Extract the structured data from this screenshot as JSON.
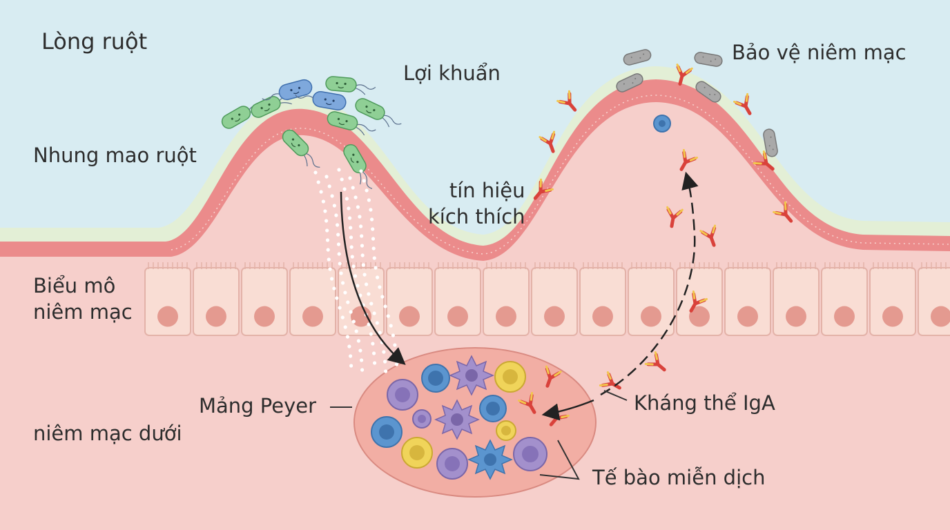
{
  "labels": {
    "lumen": "Lòng ruột",
    "villus": "Nhung mao ruột",
    "beneficial_bacteria": "Lợi khuẩn",
    "signal_line1": "tín hiệu",
    "signal_line2": "kích thích",
    "mucosal_protection": "Bảo vệ niêm mạc",
    "epithelium_line1": "Biểu mô",
    "epithelium_line2": "niêm mạc",
    "submucosa": "niêm mạc dưới",
    "peyer": "Mảng Peyer",
    "iga": "Kháng thể IgA",
    "immune_cells": "Tế bào miễn dịch"
  },
  "colors": {
    "lumen": "#d8ecf2",
    "mucus": "#e3efd6",
    "epithelium": "#eb8b8b",
    "tissue": "#f6cfcb",
    "cells": "#f9ddd4",
    "nucleus": "#e49a90",
    "green_bacteria": "#8fcf95",
    "blue_bacteria": "#7ea8dc",
    "gray_bacteria": "#a9a9a9",
    "antibody_red": "#d9423b",
    "antibody_yellow": "#f2c64d",
    "immune_purple": "#a390cc",
    "immune_blue": "#5b95cf",
    "immune_yellow": "#f0d45a"
  }
}
